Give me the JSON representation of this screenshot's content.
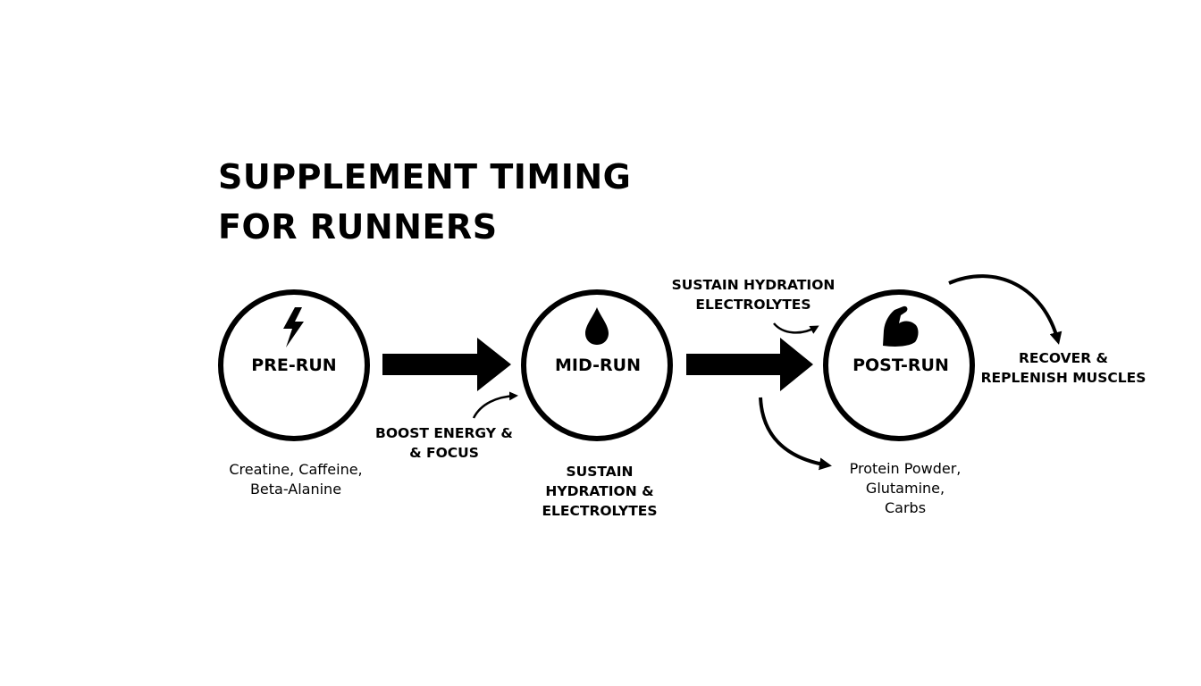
{
  "title": {
    "line1": "SUPPLEMENT TIMING",
    "line2": "FOR RUNNERS"
  },
  "stages": [
    {
      "label": "PRE-RUN",
      "icon": "lightning-bolt-icon",
      "supplements": [
        "Creatine, Caffeine,",
        "Beta-Alanine"
      ]
    },
    {
      "label": "MID-RUN",
      "icon": "water-drop-icon",
      "supplements": [
        "SUSTAIN",
        "HYDRATION &",
        "ELECTROLYTES"
      ]
    },
    {
      "label": "POST-RUN",
      "icon": "flexed-bicep-icon",
      "supplements": [
        "Protein Powder,",
        "Glutamine,",
        "Carbs"
      ]
    }
  ],
  "annotations": {
    "boost": [
      "BOOST ENERGY &",
      "& FOCUS"
    ],
    "sustain_top": [
      "SUSTAIN HYDRATION",
      "ELECTROLYTES"
    ],
    "recover": [
      "RECOVER &",
      "REPLENISH MUSCLES"
    ]
  },
  "colors": {
    "background": "#ffffff",
    "ink": "#000000"
  }
}
